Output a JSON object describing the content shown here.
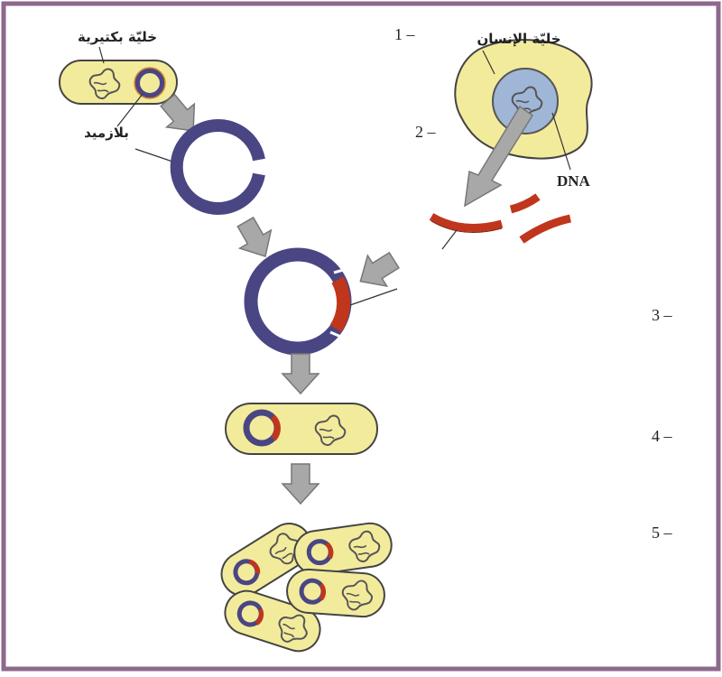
{
  "labels": {
    "bacterial_cell": "خليّة بكتيرية",
    "plasmid": "بلازميد",
    "human_cell": "خليّة الإنسان",
    "dna": "DNA"
  },
  "steps": [
    "1 –",
    "2 –",
    "3 –",
    "4 –",
    "5 –"
  ],
  "colors": {
    "frame": "#8c6a8c",
    "cell_fill": "#f3eb9c",
    "plasmid": "#4a4683",
    "dna_fragment": "#c0361c",
    "nucleus": "#9fb6d6",
    "arrow": "#a8a8a8"
  },
  "icons": [
    "bacterial-cell-icon",
    "plasmid-ring-icon",
    "human-cell-icon",
    "dna-fragment-icon",
    "recombinant-plasmid-icon",
    "transformed-bacterium-icon",
    "arrow-icon"
  ]
}
